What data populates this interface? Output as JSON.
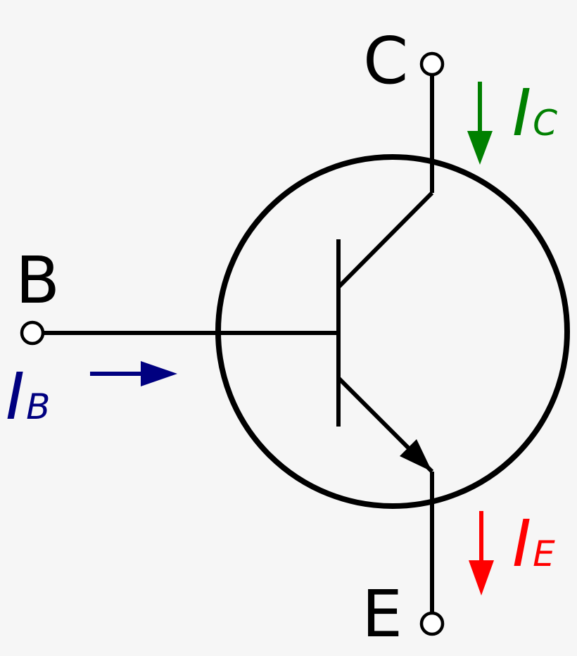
{
  "terminals": {
    "base": "B",
    "collector": "C",
    "emitter": "E"
  },
  "currents": {
    "base": {
      "symbol": "I",
      "subscript": "B",
      "color": "#000080"
    },
    "collector": {
      "symbol": "I",
      "subscript": "C",
      "color": "#008000"
    },
    "emitter": {
      "symbol": "I",
      "subscript": "E",
      "color": "#ff0000"
    }
  },
  "colors": {
    "stroke": "#000000",
    "background": "#f6f6f6"
  }
}
